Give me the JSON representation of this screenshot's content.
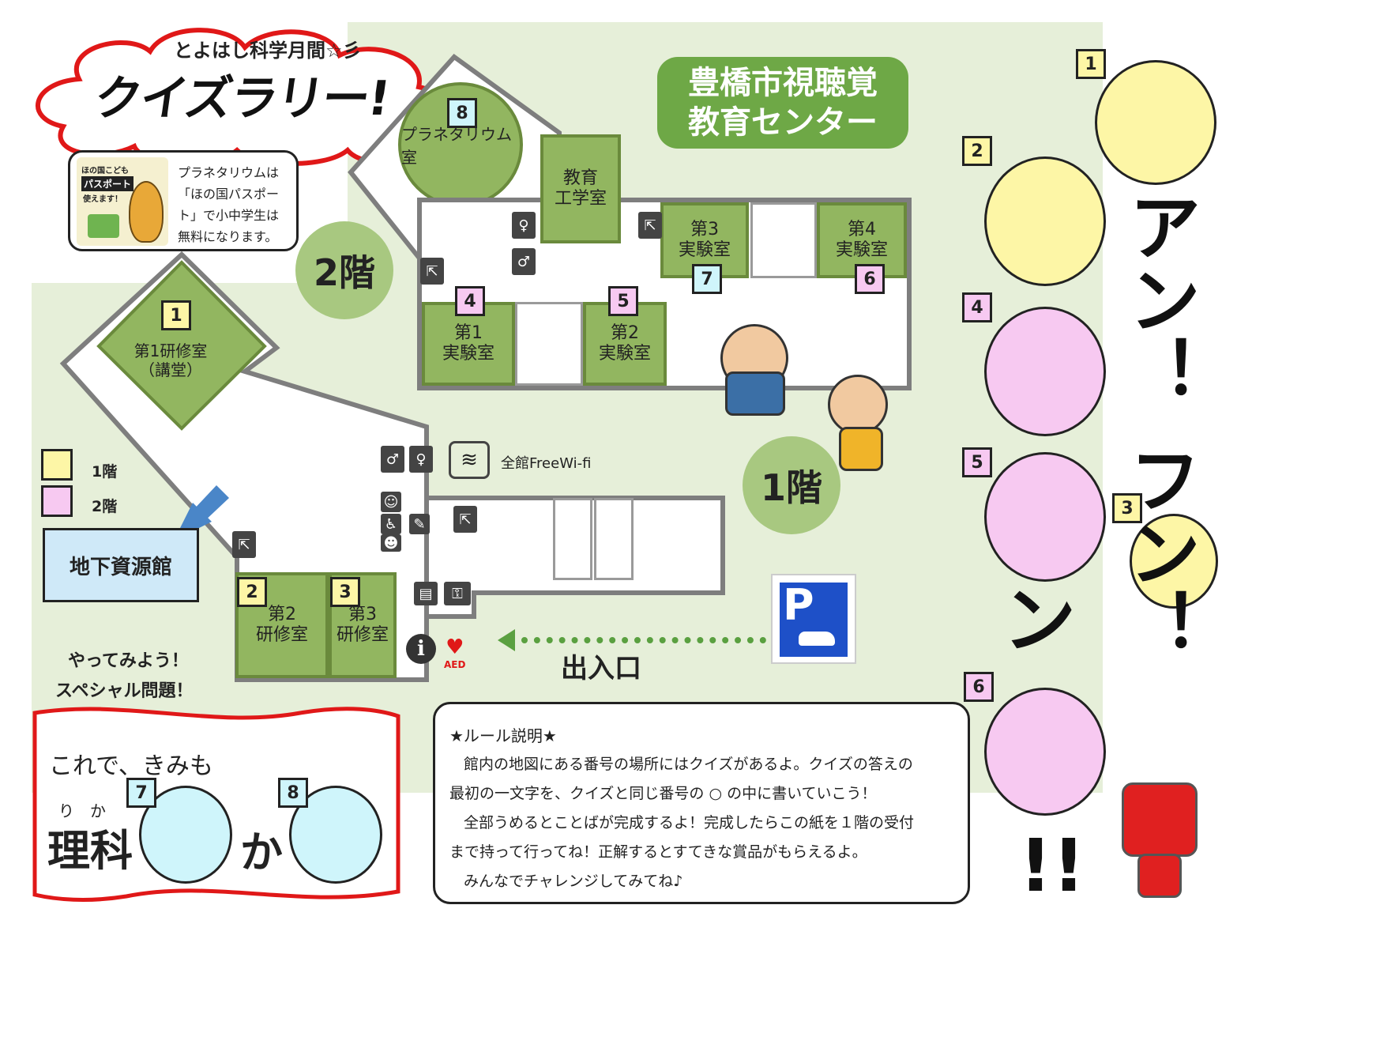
{
  "header": {
    "subtitle": "とよはし科学月間☆彡",
    "title": "クイズラリー!"
  },
  "center_name": {
    "line1": "豊橋市視聴覚",
    "line2": "教育センター"
  },
  "passport": {
    "badge_top": "ほの国こども",
    "badge_main": "パスポート",
    "badge_bottom": "使えます！",
    "text": [
      "プラネタリウムは",
      "「ほの国パスポー",
      "ト」で小中学生は",
      "無料になります。"
    ]
  },
  "floors": {
    "floor2": "2階",
    "floor1": "1階"
  },
  "rooms": {
    "planetarium": "プラネタリウム室",
    "edu_lab": [
      "教育",
      "工学室"
    ],
    "lab3": [
      "第3",
      "実験室"
    ],
    "lab4": [
      "第4",
      "実験室"
    ],
    "lab1": [
      "第1",
      "実験室"
    ],
    "lab2": [
      "第2",
      "実験室"
    ],
    "training1": [
      "第1研修室",
      "（講堂）"
    ],
    "training2": [
      "第2",
      "研修室"
    ],
    "training3": [
      "第3",
      "研修室"
    ],
    "basement": "地下資源館"
  },
  "markers": {
    "m1": "1",
    "m2": "2",
    "m3": "3",
    "m4": "4",
    "m5": "5",
    "m6": "6",
    "m7": "7",
    "m8": "8"
  },
  "legend": {
    "floor1": "1階",
    "floor2": "2階"
  },
  "wifi": "全館FreeWi-fi",
  "entrance": "出入口",
  "parking": "P",
  "aed": "AED",
  "special": {
    "heading1": "やってみよう！",
    "heading2": "スペシャル問題！",
    "line": "これで、きみも",
    "ruby": "り　か",
    "word": "理科",
    "ka": "か",
    "n7": "7",
    "n8": "8"
  },
  "rules": {
    "title": "★ルール説明★",
    "lines": [
      "館内の地図にある番号の場所にはクイズがあるよ。クイズの答えの",
      "最初の一文字を、クイズと同じ番号の ○ の中に書いていこう！",
      "全部うめるとことばが完成するよ！完成したらこの紙を１階の受付",
      "まで持って行ってね！正解するとすてきな賞品がもらえるよ。",
      "みんなでチャレンジしてみてね♪"
    ]
  },
  "answer": {
    "n1": "1",
    "n2": "2",
    "n3": "3",
    "n4": "4",
    "n5": "5",
    "n6": "6",
    "text1": "アン！",
    "text2": "フン！",
    "text3": "ン",
    "text4": "!!"
  },
  "colors": {
    "yellow": "#fdf6a6",
    "pink": "#f7c9f1",
    "blue": "#cff5fb",
    "room_green": "#92b660",
    "title_green": "#6ea846"
  }
}
